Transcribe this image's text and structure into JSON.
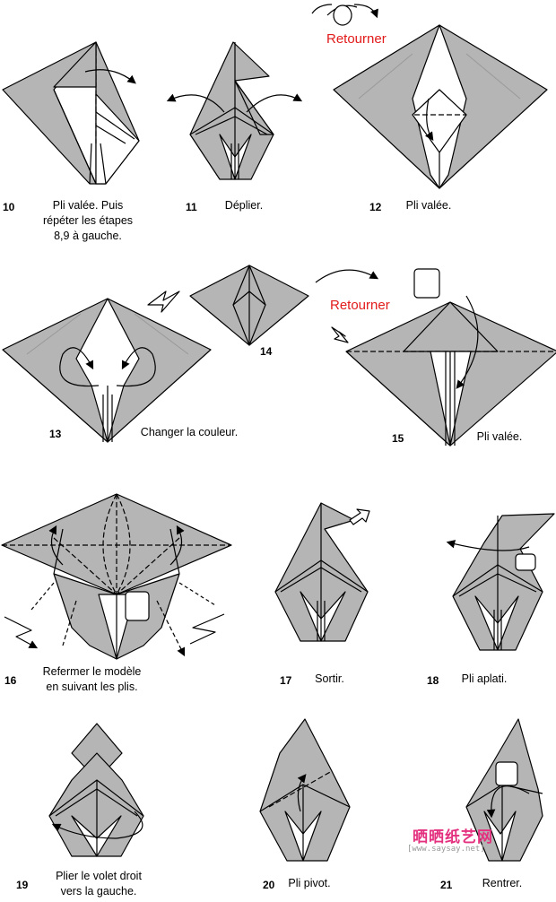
{
  "steps": [
    {
      "num": "10",
      "lines": [
        "Pli valée. Puis",
        "répéter les étapes",
        "8,9 à gauche."
      ]
    },
    {
      "num": "11",
      "lines": [
        "Déplier."
      ]
    },
    {
      "num": "12",
      "lines": [
        "Pli valée."
      ]
    },
    {
      "num": "13",
      "lines": [
        "Changer la couleur."
      ]
    },
    {
      "num": "14",
      "lines": []
    },
    {
      "num": "15",
      "lines": [
        "Pli valée."
      ]
    },
    {
      "num": "16",
      "lines": [
        "Refermer le modèle",
        "en suivant les plis."
      ]
    },
    {
      "num": "17",
      "lines": [
        "Sortir."
      ]
    },
    {
      "num": "18",
      "lines": [
        "Pli aplati."
      ]
    },
    {
      "num": "19",
      "lines": [
        "Plier le volet droit",
        "vers la gauche."
      ]
    },
    {
      "num": "20",
      "lines": [
        "Pli pivot."
      ]
    },
    {
      "num": "21",
      "lines": [
        "Rentrer."
      ]
    }
  ],
  "retourner": "Retourner",
  "watermark": {
    "site": "晒晒纸艺网",
    "url": "[www.saysay.net]"
  },
  "colors": {
    "paper_grey": "#b5b5b5",
    "paper_white": "#ffffff",
    "accent_red": "#e21b1b",
    "watermark_pink": "#e4317f"
  }
}
